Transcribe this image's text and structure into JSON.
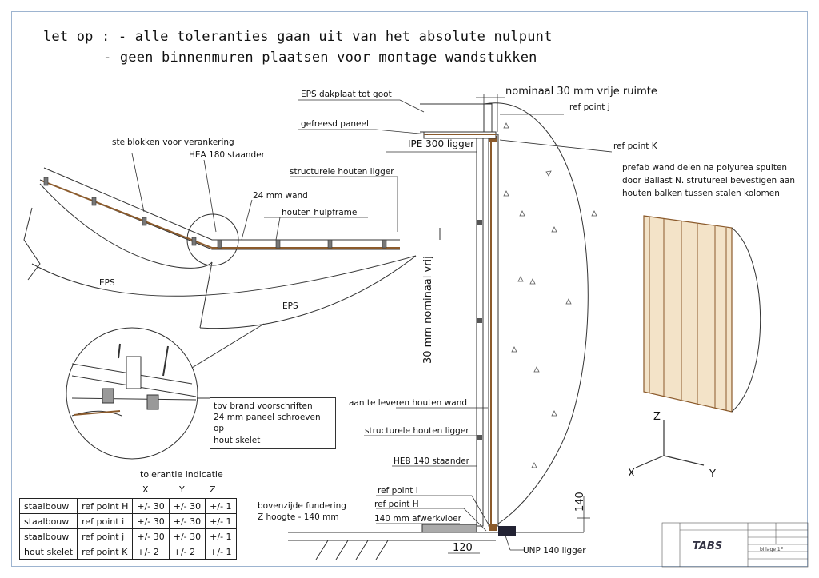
{
  "notes": {
    "line1": "let op : - alle toleranties gaan uit van het absolute nulpunt",
    "line2": "- geen binnenmuren plaatsen voor montage wandstukken"
  },
  "labels": {
    "eps_dakplaat": "EPS dakplaat tot goot",
    "nominaal": "nominaal 30 mm vrije ruimte",
    "ref_j": "ref point j",
    "gefreesd": "gefreesd paneel",
    "ipe": "IPE 300 ligger",
    "ref_k": "ref point K",
    "stelblokken": "stelblokken voor verankering",
    "hea": "HEA 180 staander",
    "structurele_top": "structurele houten ligger",
    "wand24": "24 mm wand",
    "hulpframe": "houten hulpframe",
    "eps1": "EPS",
    "eps2": "EPS",
    "vrij": "30 mm nominaal vrij",
    "prefab1": "prefab wand delen na polyurea spuiten",
    "prefab2": "door Ballast N. strutureel bevestigen aan",
    "prefab3": "houten balken tussen stalen kolomen",
    "tbv1": "tbv brand voorschriften",
    "tbv2": "24 mm paneel schroeven op",
    "tbv3": "hout skelet",
    "aan_te_leveren": "aan te leveren houten wand",
    "structurele_bottom": "structurele houten ligger",
    "heb": "HEB 140 staander",
    "ref_i": "ref point i",
    "ref_h": "ref point H",
    "afwerkvloer": "140 mm afwerkvloer",
    "bovenzijde1": "bovenzijde fundering",
    "bovenzijde2": "Z hoogte - 140 mm",
    "dim140": "140",
    "dim120": "120",
    "unp": "UNP 140 ligger",
    "axis_z": "Z",
    "axis_x": "X",
    "axis_y": "Y"
  },
  "tolerance": {
    "title": "tolerantie indicatie",
    "headers": [
      "X",
      "Y",
      "Z"
    ],
    "rows": [
      [
        "staalbouw",
        "ref point H",
        "+/- 30",
        "+/- 30",
        "+/- 1"
      ],
      [
        "staalbouw",
        "ref point i",
        "+/- 30",
        "+/- 30",
        "+/- 1"
      ],
      [
        "staalbouw",
        "ref point j",
        "+/- 30",
        "+/- 30",
        "+/- 1"
      ],
      [
        "hout skelet",
        "ref point K",
        "+/- 2",
        "+/- 2",
        "+/- 1"
      ]
    ]
  },
  "titleblock": {
    "logo": "TABS",
    "sub": "bijlage 1F"
  },
  "colors": {
    "wood": "#8b5a2b",
    "line": "#333333",
    "frame": "#9db4d0"
  }
}
